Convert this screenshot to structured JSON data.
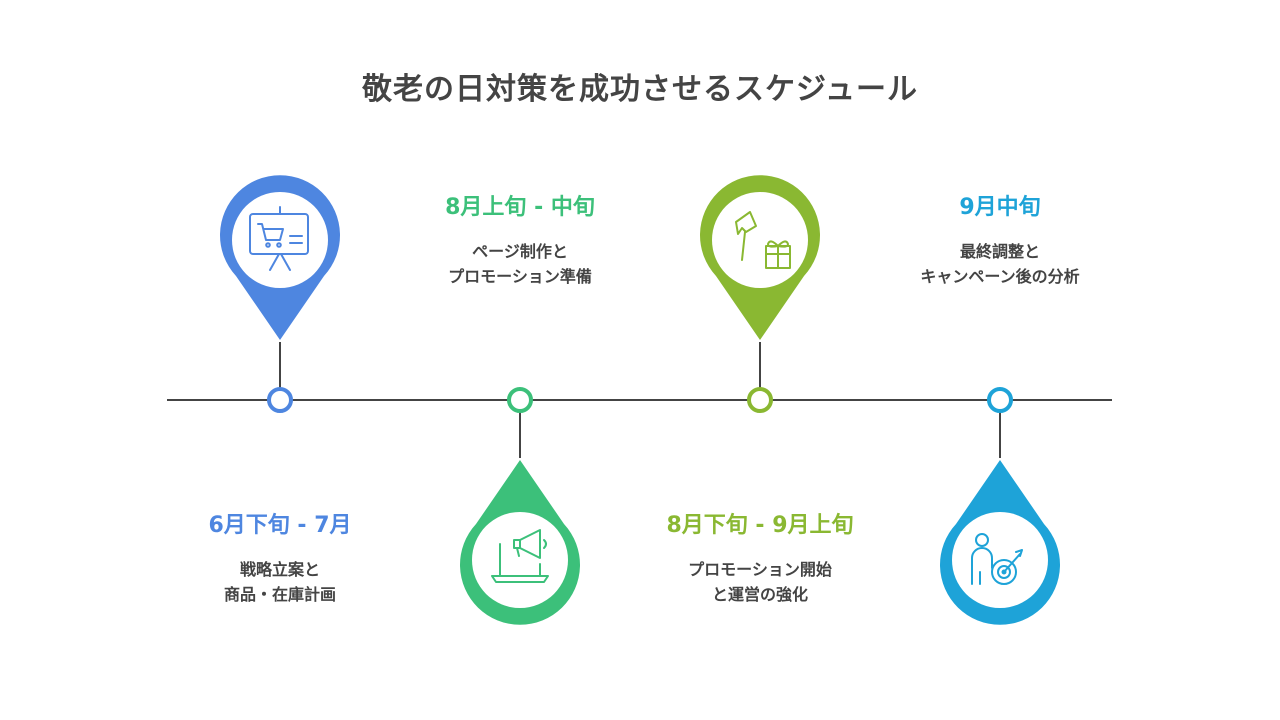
{
  "title": "敬老の日対策を成功させるスケジュール",
  "colors": {
    "blue": "#4e86e0",
    "green": "#3cc07a",
    "lime": "#8ab832",
    "cyan": "#1ea3d8",
    "line": "#444444",
    "text": "#444444"
  },
  "milestones": [
    {
      "period": "6月下旬 - 7月",
      "desc_lines": [
        "戦略立案と",
        "商品・在庫計画"
      ],
      "icon": "presentation-cart-icon",
      "color": "#4e86e0"
    },
    {
      "period": "8月上旬 - 中旬",
      "desc_lines": [
        "ページ制作と",
        "プロモーション準備"
      ],
      "icon": "megaphone-laptop-icon",
      "color": "#3cc07a"
    },
    {
      "period": "8月下旬 - 9月上旬",
      "desc_lines": [
        "プロモーション開始",
        "と運営の強化"
      ],
      "icon": "flower-gift-icon",
      "color": "#8ab832"
    },
    {
      "period": "9月中旬",
      "desc_lines": [
        "最終調整と",
        "キャンペーン後の分析"
      ],
      "icon": "person-target-icon",
      "color": "#1ea3d8"
    }
  ]
}
